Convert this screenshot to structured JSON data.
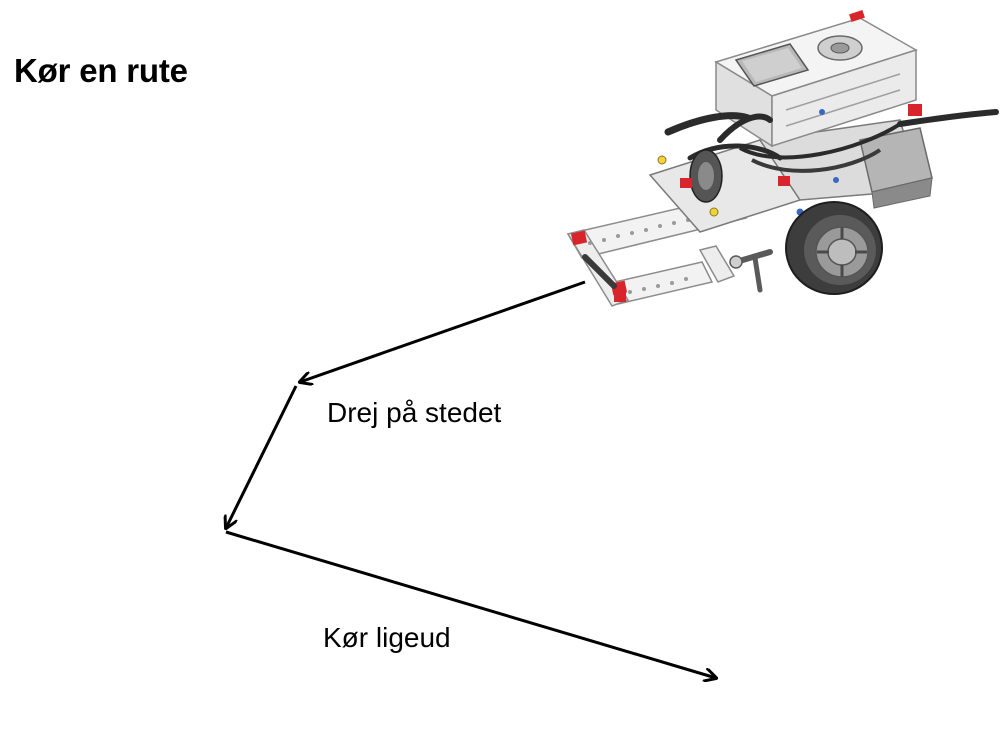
{
  "slide": {
    "title": "Kør en rute",
    "labels": {
      "turn": "Drej på stedet",
      "drive": "Kør ligeud"
    }
  },
  "colors": {
    "ink": "#000000",
    "brick_white": "#eeeeee",
    "brick_gray": "#9a9a9a",
    "brick_red": "#d8252b",
    "brick_dark": "#2b2b2b"
  },
  "icons": [
    "ev3-robot-illustration",
    "arrow"
  ]
}
